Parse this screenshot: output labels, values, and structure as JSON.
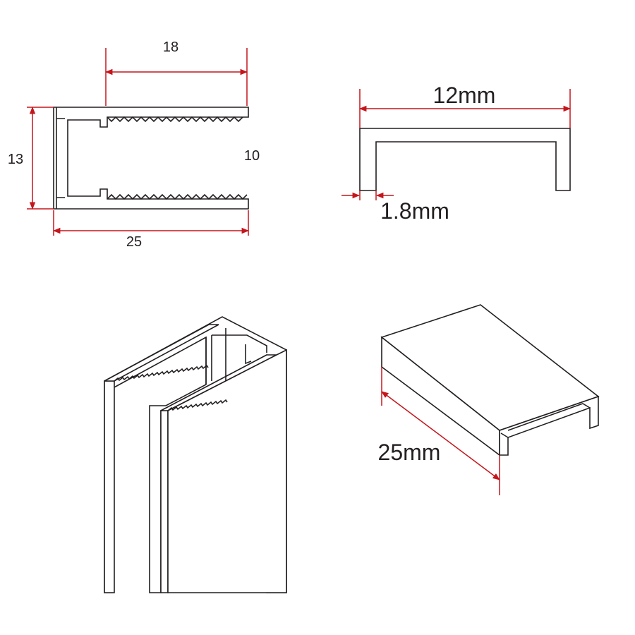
{
  "colors": {
    "dimension": "#c4161c",
    "outline": "#231f20",
    "background": "#ffffff"
  },
  "cross_section": {
    "width_label": "18",
    "height_label": "13",
    "inner_gap_label": "10",
    "total_width_label": "25"
  },
  "end_cap_section": {
    "width_label": "12mm",
    "thickness_label": "1.8mm"
  },
  "end_cap_3d": {
    "length_label": "25mm"
  }
}
